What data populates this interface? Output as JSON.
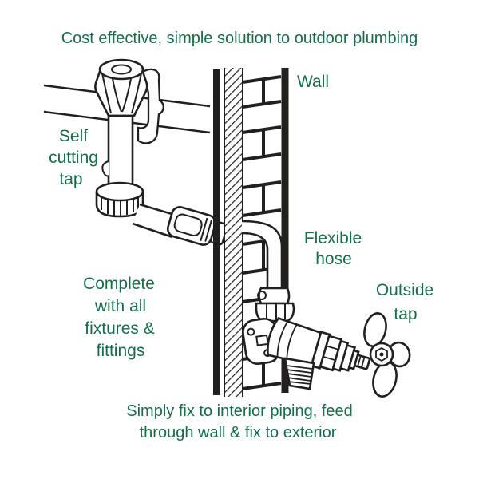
{
  "colors": {
    "text_green": "#136f47",
    "line_black": "#221f1f",
    "background": "#ffffff"
  },
  "labels": {
    "top_caption": "Cost effective, simple solution to outdoor plumbing",
    "wall": "Wall",
    "self_cutting_tap": [
      "Self",
      "cutting",
      "tap"
    ],
    "complete": [
      "Complete",
      "with all",
      "fixtures &",
      "fittings"
    ],
    "flexible_hose": [
      "Flexible",
      "hose"
    ],
    "outside_tap": [
      "Outside",
      "tap"
    ],
    "bottom_caption": [
      "Simply fix to interior piping, feed",
      "through wall & fix to exterior"
    ]
  }
}
